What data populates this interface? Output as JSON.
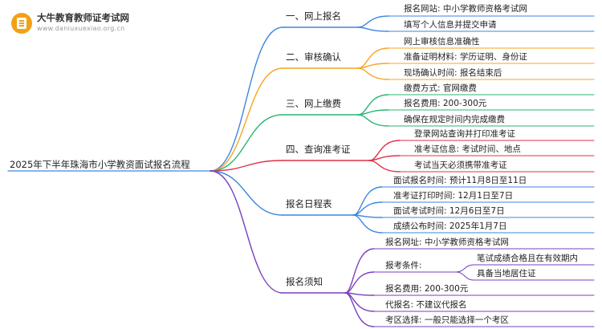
{
  "brand": {
    "name": "大牛教育教师证考试网",
    "url": "www.daniuxuexiao.org.cn"
  },
  "root": "2025年下半年珠海市小学教资面试报名流程",
  "colors": {
    "blue": "#3d86e0",
    "orange": "#f5a623",
    "green": "#2bb673",
    "red": "#e0304a",
    "purple": "#7b3fbf"
  },
  "branches": [
    {
      "label": "一、网上报名",
      "color": "blue",
      "items": [
        "报名网站: 中小学教师资格考试网",
        "填写个人信息并提交申请"
      ]
    },
    {
      "label": "二、审核确认",
      "color": "orange",
      "items": [
        "网上审核信息准确性",
        "准备证明材料: 学历证明、身份证",
        "现场确认时间: 报名结束后"
      ]
    },
    {
      "label": "三、网上缴费",
      "color": "green",
      "items": [
        "缴费方式: 官网缴费",
        "报名费用: 200-300元",
        "确保在规定时间内完成缴费"
      ]
    },
    {
      "label": "四、查询准考证",
      "color": "red",
      "items": [
        "登录网站查询并打印准考证",
        "准考证信息: 考试时间、地点",
        "考试当天必须携带准考证"
      ]
    },
    {
      "label": "报名日程表",
      "color": "blue",
      "items": [
        "面试报名时间: 预计11月8日至11日",
        "准考证打印时间: 12月1日至7日",
        "面试考试时间: 12月6日至7日",
        "成绩公布时间: 2025年1月7日"
      ]
    },
    {
      "label": "报名须知",
      "color": "purple",
      "items": [
        "报名网址: 中小学教师资格考试网",
        "报考条件:",
        "报名费用: 200-300元",
        "代报名: 不建议代报名",
        "考区选择: 一般只能选择一个考区"
      ],
      "conditions": [
        "笔试成绩合格且在有效期内",
        "具备当地居住证"
      ]
    }
  ]
}
